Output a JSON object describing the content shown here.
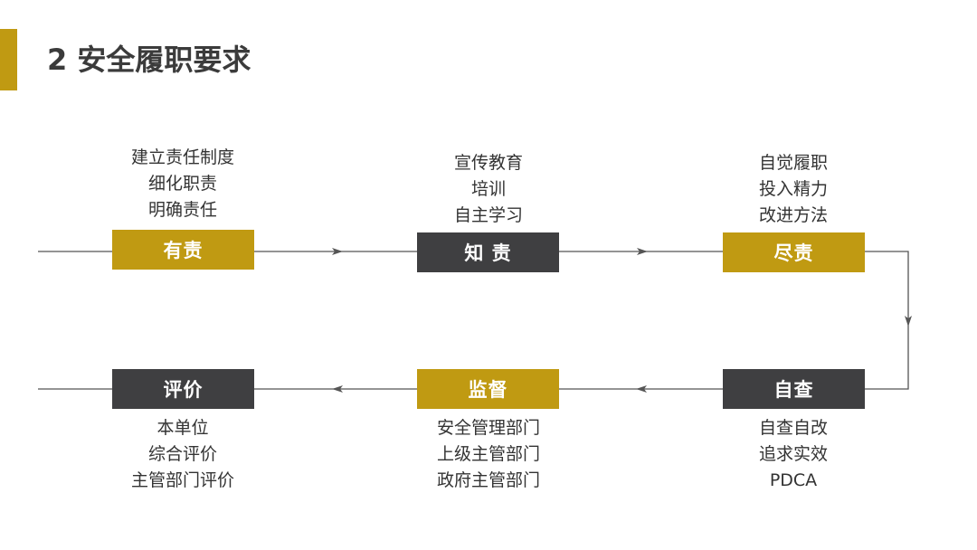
{
  "title": "2 安全履职要求",
  "colors": {
    "accent": "#c09a12",
    "dark": "#3f3f41",
    "line": "#555555"
  },
  "steps": [
    {
      "label": "有责",
      "style": "gold",
      "lines": [
        "建立责任制度",
        "细化职责",
        "明确责任"
      ]
    },
    {
      "label": "知 责",
      "style": "dark",
      "lines": [
        "宣传教育",
        "培训",
        "自主学习"
      ]
    },
    {
      "label": "尽责",
      "style": "gold",
      "lines": [
        "自觉履职",
        "投入精力",
        "改进方法"
      ]
    },
    {
      "label": "自查",
      "style": "dark",
      "lines": [
        "自查自改",
        "追求实效",
        "PDCA"
      ]
    },
    {
      "label": "监督",
      "style": "gold",
      "lines": [
        "安全管理部门",
        "上级主管部门",
        "政府主管部门"
      ]
    },
    {
      "label": "评价",
      "style": "dark",
      "lines": [
        "本单位",
        "综合评价",
        "主管部门评价"
      ]
    }
  ]
}
